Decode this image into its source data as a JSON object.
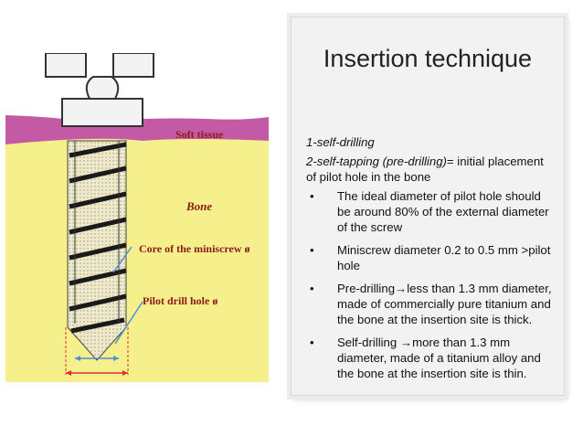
{
  "slide": {
    "title": "Insertion technique",
    "items": [
      {
        "lead": "1-self-drilling",
        "rest": ""
      },
      {
        "lead": "2-self-tapping (pre-drilling)",
        "rest": "= initial placement of pilot hole in the bone"
      }
    ],
    "bullets": [
      {
        "marker": "•",
        "text": "The ideal diameter of pilot hole should be around 80% of the external diameter of the screw"
      },
      {
        "marker": "•",
        "text": "Miniscrew diameter 0.2 to 0.5 mm >pilot hole"
      },
      {
        "marker": "•",
        "text": "Pre-drilling→less than 1.3 mm diameter, made of commercially pure titanium and the bone at the insertion site is thick."
      },
      {
        "marker": "•",
        "text": "Self-drilling →more than 1.3 mm diameter, made of a titanium alloy and the bone at the insertion site is thin."
      }
    ]
  },
  "figure": {
    "soft_tissue": "Soft tissue",
    "bone": "Bone",
    "core_label": "Core of the miniscrew ø",
    "pilot_label": "Pilot drill hole ø",
    "colors": {
      "bone": "#f6f08c",
      "soft_tissue": "#c45aa6",
      "label": "#8b1a1a",
      "arrow_red": "#e0302a",
      "arrow_blue": "#4a90d9"
    }
  }
}
